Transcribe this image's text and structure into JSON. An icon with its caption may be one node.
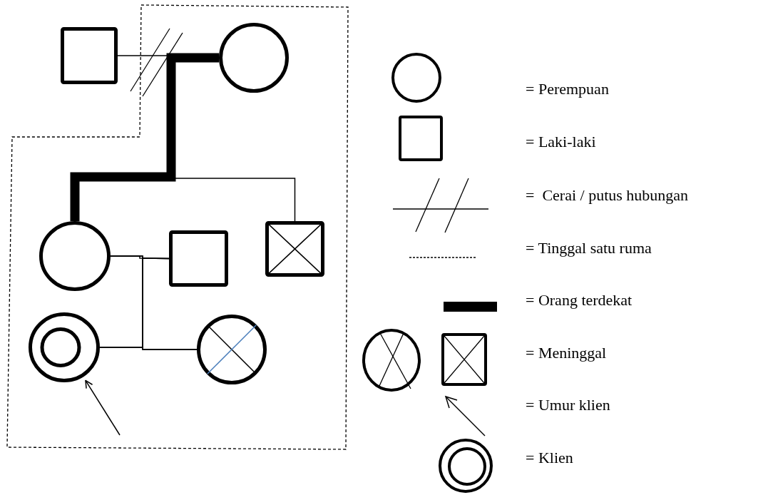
{
  "diagram": {
    "nodes": [
      {
        "text": [],
        "shape": "box"
      },
      {
        "text": [],
        "shape": "circle"
      },
      {
        "text": [],
        "shape": "circle"
      },
      {
        "text": [],
        "shape": "box"
      },
      {
        "text": [],
        "shape": "box"
      },
      {
        "text": [],
        "shape": "circle"
      },
      {
        "text": [],
        "shape": "circle"
      }
    ],
    "edges": [
      {
        "from": 0,
        "to": 1,
        "arrow": "none"
      },
      {
        "from": 1,
        "to": 2,
        "arrow": "none",
        "style": "thick"
      },
      {
        "from": 1,
        "to": 4,
        "arrow": "none"
      },
      {
        "from": 2,
        "to": 3,
        "arrow": "none"
      },
      {
        "from": 2,
        "to": 5,
        "arrow": "none"
      },
      {
        "from": 2,
        "to": 6,
        "arrow": "none"
      },
      {
        "from": 3,
        "to": 5,
        "arrow": "none"
      },
      {
        "from": 3,
        "to": 6,
        "arrow": "none"
      },
      {
        "from": null,
        "to": 5,
        "arrow": "to"
      }
    ],
    "legend": [
      {
        "text": "= Perempuan"
      },
      {
        "text": "= Laki-laki"
      },
      {
        "text": "=  Cerai / putus hubungan"
      },
      {
        "text": "= Tinggal satu ruma"
      },
      {
        "text": "= Orang terdekat"
      },
      {
        "text": "= Meninggal"
      },
      {
        "text": "= Umur klien"
      },
      {
        "text": "= Klien"
      }
    ]
  }
}
